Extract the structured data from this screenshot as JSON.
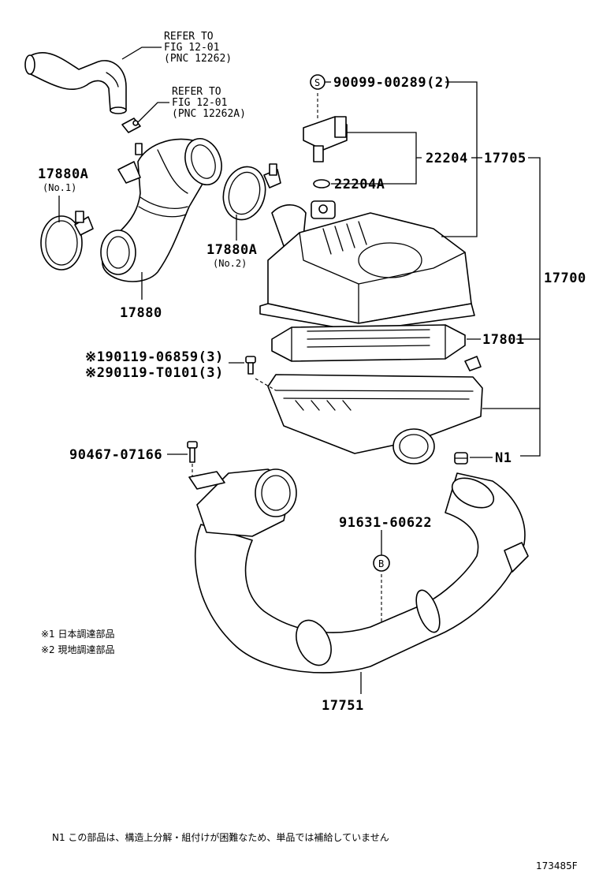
{
  "labels": {
    "refer_top_1": "REFER TO",
    "refer_top_2": "FIG 12-01",
    "refer_top_3": "(PNC 12262)",
    "refer_mid_1": "REFER TO",
    "refer_mid_2": "FIG 12-01",
    "refer_mid_3": "(PNC 12262A)",
    "p17880A_1": "17880A",
    "p17880A_1_sub": "(No.1)",
    "p17880A_2": "17880A",
    "p17880A_2_sub": "(No.2)",
    "p17880": "17880",
    "p90099": "90099-00289(2)",
    "s_mark": "S",
    "p22204": "22204",
    "p17705": "17705",
    "p22204A": "22204A",
    "p17700": "17700",
    "p17801": "17801",
    "p90119a": "※190119-06859(3)",
    "p90119b": "※290119-T0101(3)",
    "p90467": "90467-07166",
    "n1": "N1",
    "p91631": "91631-60622",
    "b_mark": "B",
    "p17751": "17751",
    "note1": "※1 日本調達部品",
    "note2": "※2 現地調達部品",
    "footnote": "N1 この部品は、構造上分解・組付けが困難なため、単品では補給していません",
    "fig_code": "173485F"
  }
}
